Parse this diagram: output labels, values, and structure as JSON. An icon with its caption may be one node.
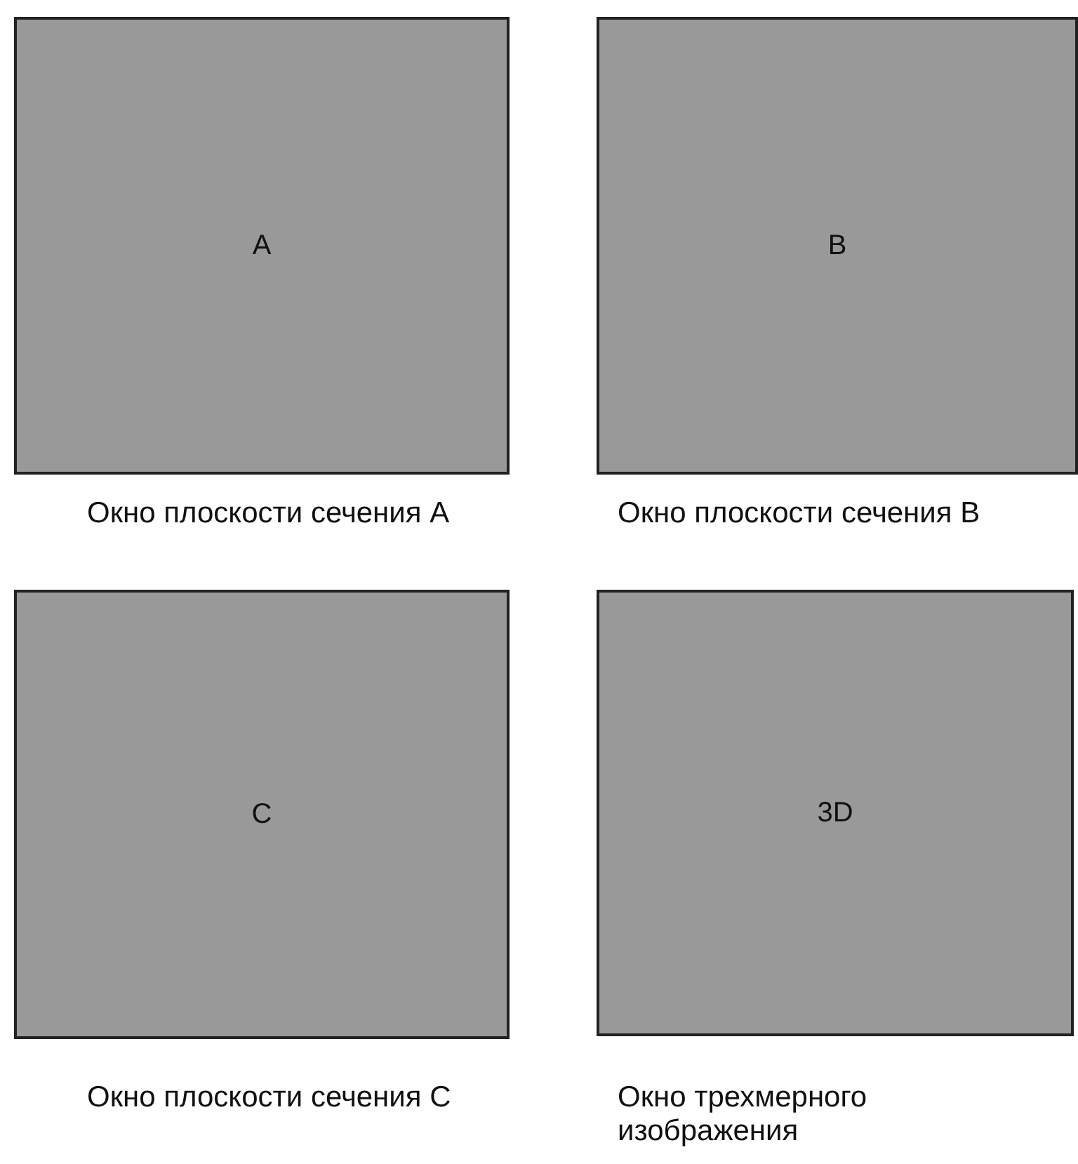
{
  "diagram": {
    "nodes": [
      {
        "text": [
          "A"
        ],
        "beside": [
          "Окно плоскости сечения A"
        ]
      },
      {
        "text": [
          "B"
        ],
        "beside": [
          "Окно плоскости сечения B"
        ]
      },
      {
        "text": [
          "C"
        ],
        "beside": [
          "Окно плоскости сечения C"
        ]
      },
      {
        "text": [
          "3D"
        ],
        "beside": [
          "Окно трехмерного изображения"
        ]
      }
    ]
  }
}
